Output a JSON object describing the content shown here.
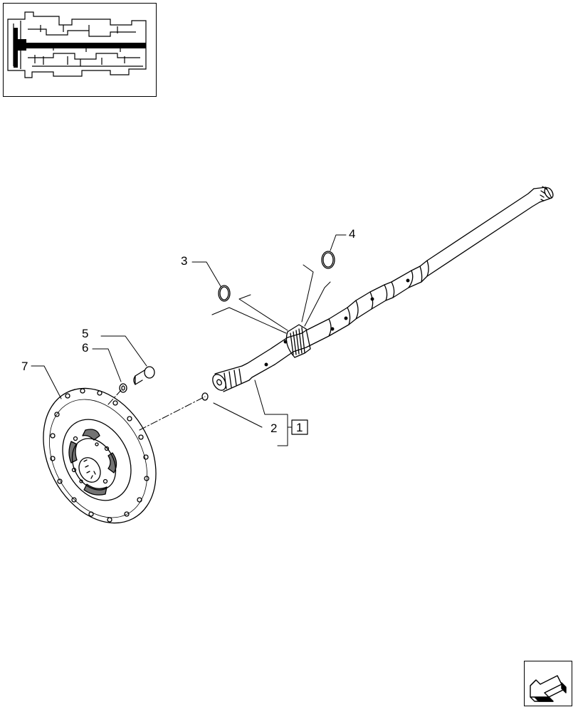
{
  "callouts": {
    "c1": "1",
    "c2": "2",
    "c3": "3",
    "c4": "4",
    "c5": "5",
    "c6": "6",
    "c7": "7"
  },
  "icons": {
    "thumbnail": "transmission-cutaway-icon",
    "navigation": "arrow-down-left-icon"
  },
  "colors": {
    "line": "#000000",
    "background": "#ffffff"
  }
}
